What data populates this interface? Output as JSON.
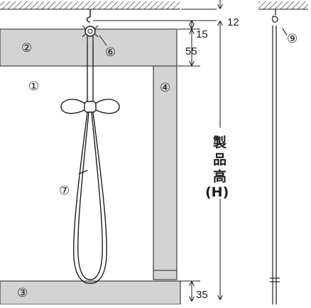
{
  "parts": {
    "p1": "①",
    "p2": "②",
    "p3": "③",
    "p4": "④",
    "p6": "⑥",
    "p7": "⑦",
    "p9": "⑨"
  },
  "dimensions": {
    "d12": "12",
    "d15": "15",
    "d55": "55",
    "d35": "35"
  },
  "height_label": {
    "line1": "製",
    "line2": "品",
    "line3": "高",
    "line4": "(H)"
  },
  "colors": {
    "panel_fill": "#d3d3d3",
    "line": "#1e1e1e",
    "hatch": "#777777"
  }
}
